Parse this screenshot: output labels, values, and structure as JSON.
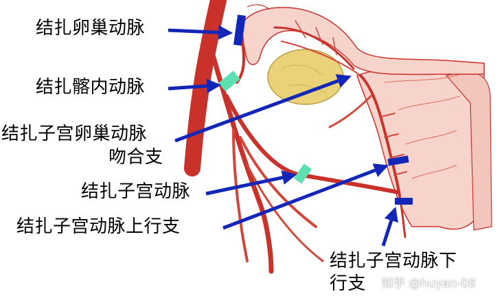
{
  "labels": {
    "ovarian": "结扎卵巢动脉",
    "iliac": "结扎髂内动脉",
    "anastomosis_line1": "结扎子宫卵巢动脉",
    "anastomosis_line2": "吻合支",
    "uterine": "结扎子宫动脉",
    "ascending": "结扎子宫动脉上行支",
    "descending_line1": "结扎子宫动脉下",
    "descending_line2": "行支"
  },
  "watermark": "知乎 @huyan-08",
  "colors": {
    "arrow": "#1226b8",
    "ligature_blue": "#1226b8",
    "ligature_teal": "#5fe0b0",
    "artery": "#c8322b",
    "artery_light": "#e06a5a",
    "tissue": "#f6d3cb",
    "ovary": "#ead27a"
  }
}
